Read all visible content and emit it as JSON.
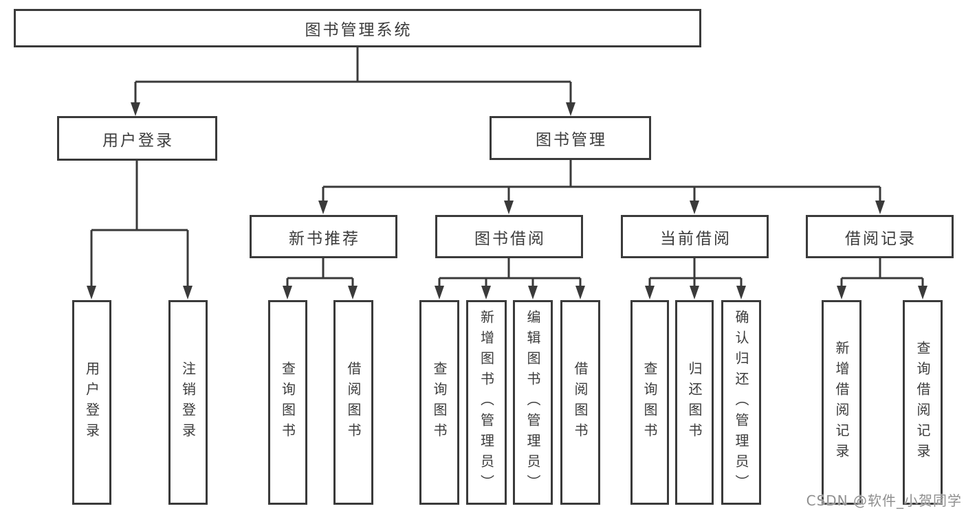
{
  "diagram": {
    "root": {
      "label": "图书管理系统"
    },
    "level2": [
      {
        "id": "user-login",
        "label": "用户登录",
        "parent": "root"
      },
      {
        "id": "book-management",
        "label": "图书管理",
        "parent": "root"
      }
    ],
    "level3": [
      {
        "id": "new-book-recommend",
        "label": "新书推荐",
        "parent": "book-management"
      },
      {
        "id": "book-borrow",
        "label": "图书借阅",
        "parent": "book-management"
      },
      {
        "id": "current-borrow",
        "label": "当前借阅",
        "parent": "book-management"
      },
      {
        "id": "borrow-records",
        "label": "借阅记录",
        "parent": "book-management"
      }
    ],
    "leaves": [
      {
        "id": "login",
        "label": "用户登录",
        "parent": "user-login"
      },
      {
        "id": "logout",
        "label": "注销登录",
        "parent": "user-login"
      },
      {
        "id": "query-book-recommend",
        "label": "查询图书",
        "parent": "new-book-recommend"
      },
      {
        "id": "borrow-book-recommend",
        "label": "借阅图书",
        "parent": "new-book-recommend"
      },
      {
        "id": "query-book-borrow",
        "label": "查询图书",
        "parent": "book-borrow"
      },
      {
        "id": "add-book-admin",
        "label": "新增图书（管理员）",
        "parent": "book-borrow"
      },
      {
        "id": "edit-book-admin",
        "label": "编辑图书（管理员）",
        "parent": "book-borrow"
      },
      {
        "id": "borrow-book",
        "label": "借阅图书",
        "parent": "book-borrow"
      },
      {
        "id": "query-book-current",
        "label": "查询图书",
        "parent": "current-borrow"
      },
      {
        "id": "return-book",
        "label": "归还图书",
        "parent": "current-borrow"
      },
      {
        "id": "confirm-return-admin",
        "label": "确认归还（管理员）",
        "parent": "current-borrow"
      },
      {
        "id": "add-borrow-record",
        "label": "新增借阅记录",
        "parent": "borrow-records"
      },
      {
        "id": "query-borrow-record",
        "label": "查询借阅记录",
        "parent": "borrow-records"
      }
    ]
  },
  "watermark": {
    "text": "CSDN @软件_小贺同学"
  },
  "colors": {
    "line": "#3a3a3a",
    "text": "#3c3c3c",
    "watermark": "#8f8f8f",
    "background": "#ffffff"
  }
}
